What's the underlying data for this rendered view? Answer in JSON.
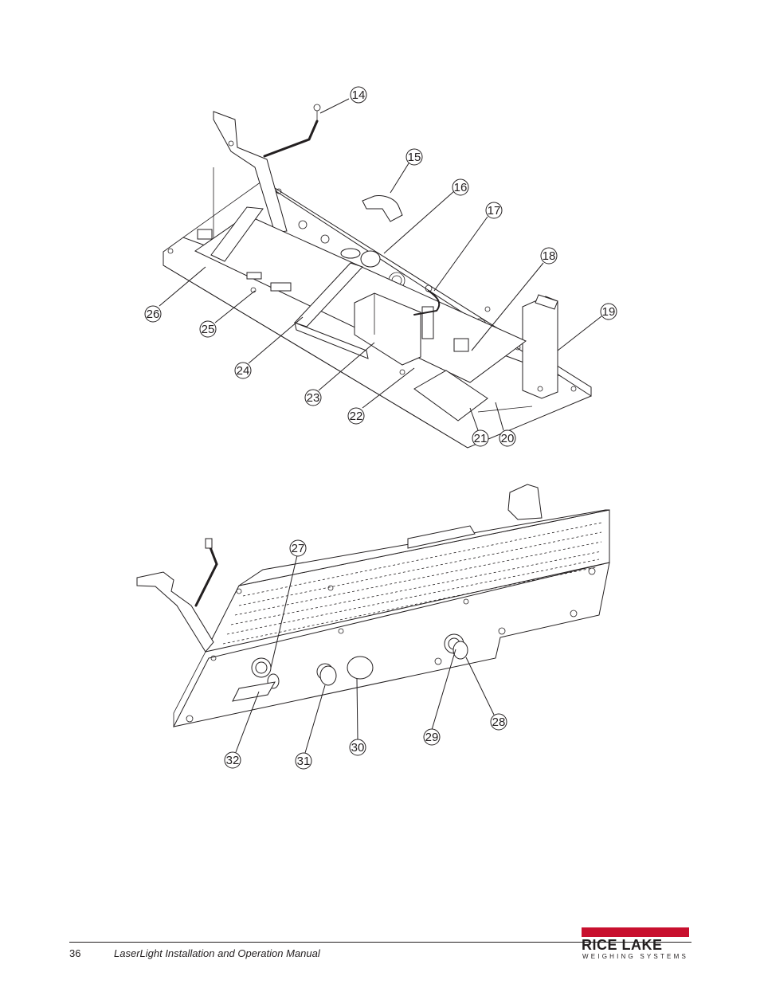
{
  "footer": {
    "page_number": "36",
    "manual_title": "LaserLight Installation and Operation Manual",
    "logo_main": "RICE LAKE",
    "logo_sub": "WEIGHING SYSTEMS"
  },
  "colors": {
    "brand_red": "#c8102e",
    "ink": "#231f20"
  },
  "upper_callouts": [
    "14",
    "15",
    "16",
    "17",
    "18",
    "19",
    "20",
    "21",
    "22",
    "23",
    "24",
    "25",
    "26"
  ],
  "lower_callouts": [
    "27",
    "28",
    "29",
    "30",
    "31",
    "32"
  ]
}
